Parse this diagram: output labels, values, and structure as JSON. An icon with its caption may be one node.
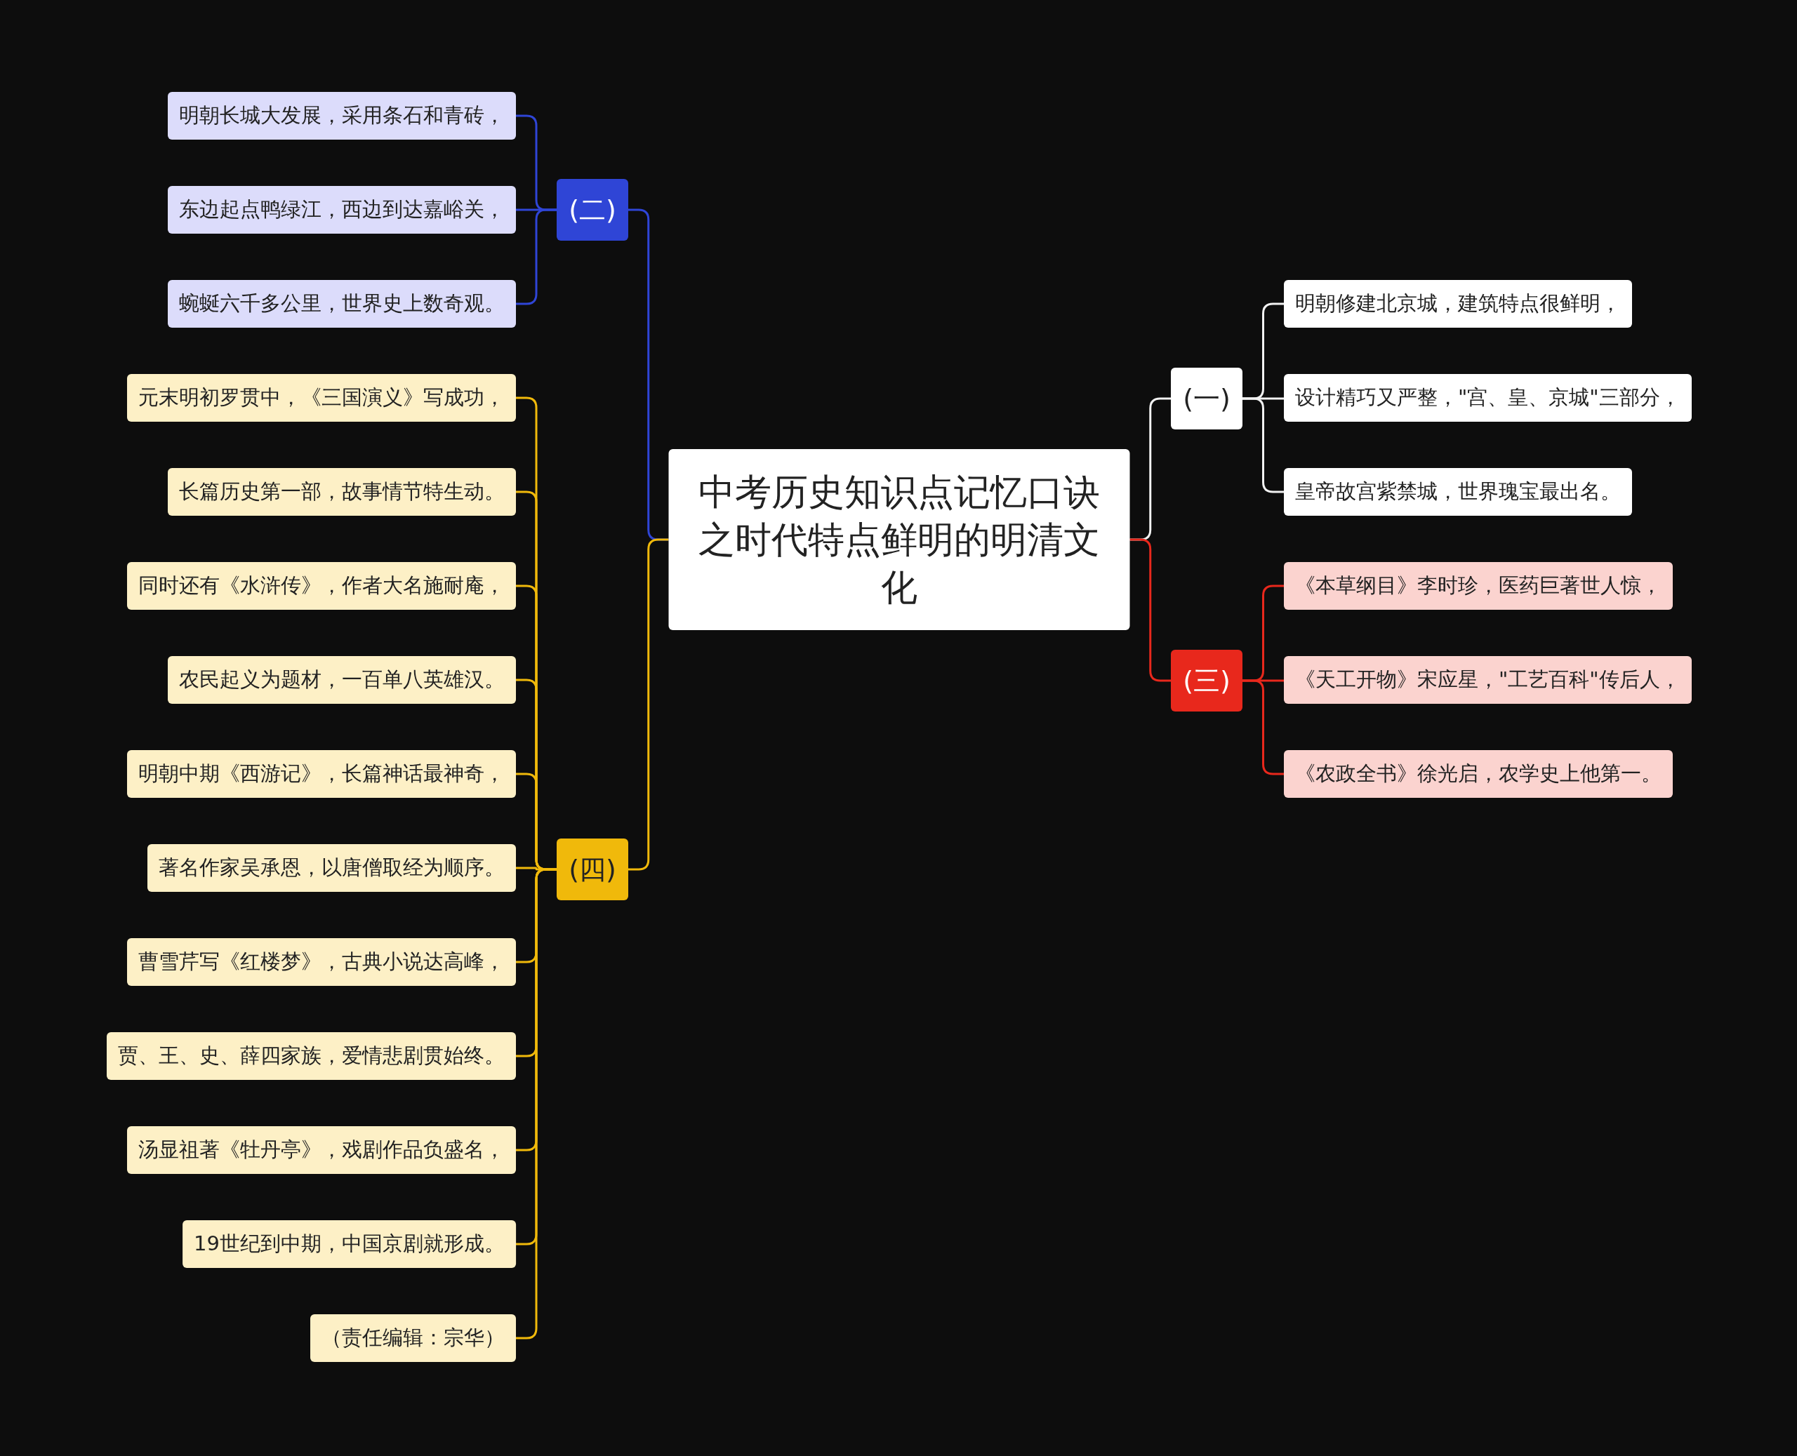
{
  "diagram": {
    "nodes": [
      {
        "text": [
          "中考历史知识点记忆口诀之时代特点鲜明的明清文化"
        ]
      },
      {
        "text": [
          "(二)"
        ]
      },
      {
        "text": [
          "明朝长城大发展，采用条石和青砖，"
        ]
      },
      {
        "text": [
          "东边起点鸭绿江，西边到达嘉峪关，"
        ]
      },
      {
        "text": [
          "蜿蜒六千多公里，世界史上数奇观。"
        ]
      },
      {
        "text": [
          "(四)"
        ]
      },
      {
        "text": [
          "元末明初罗贯中，《三国演义》写成功，"
        ]
      },
      {
        "text": [
          "长篇历史第一部，故事情节特生动。"
        ]
      },
      {
        "text": [
          "同时还有《水浒传》，作者大名施耐庵，"
        ]
      },
      {
        "text": [
          "农民起义为题材，一百单八英雄汉。"
        ]
      },
      {
        "text": [
          "明朝中期《西游记》，长篇神话最神奇，"
        ]
      },
      {
        "text": [
          "著名作家吴承恩，以唐僧取经为顺序。"
        ]
      },
      {
        "text": [
          "曹雪芹写《红楼梦》，古典小说达高峰，"
        ]
      },
      {
        "text": [
          "贾、王、史、薛四家族，爱情悲剧贯始终。"
        ]
      },
      {
        "text": [
          "汤显祖著《牡丹亭》，戏剧作品负盛名，"
        ]
      },
      {
        "text": [
          "19世纪到中期，中国京剧就形成。"
        ]
      },
      {
        "text": [
          "（责任编辑：宗华）"
        ]
      },
      {
        "text": [
          "(一)"
        ]
      },
      {
        "text": [
          "明朝修建北京城，建筑特点很鲜明，"
        ]
      },
      {
        "text": [
          "设计精巧又严整，\"宫、皇、京城\"三部分，"
        ]
      },
      {
        "text": [
          "皇帝故宫紫禁城，世界瑰宝最出名。"
        ]
      },
      {
        "text": [
          "(三)"
        ]
      },
      {
        "text": [
          "《本草纲目》李时珍，医药巨著世人惊，"
        ]
      },
      {
        "text": [
          "《天工开物》宋应星，\"工艺百科\"传后人，"
        ]
      },
      {
        "text": [
          "《农政全书》徐光启，农学史上他第一。"
        ]
      }
    ],
    "edges": [
      {
        "from": 0,
        "to": 1,
        "arrow": "none",
        "color": "#2f45d6"
      },
      {
        "from": 1,
        "to": 2,
        "arrow": "none",
        "color": "#2f45d6"
      },
      {
        "from": 1,
        "to": 3,
        "arrow": "none",
        "color": "#2f45d6"
      },
      {
        "from": 1,
        "to": 4,
        "arrow": "none",
        "color": "#2f45d6"
      },
      {
        "from": 0,
        "to": 5,
        "arrow": "none"
      },
      {
        "from": 5,
        "to": 6,
        "arrow": "none"
      },
      {
        "from": 5,
        "to": 7,
        "arrow": "none"
      },
      {
        "from": 5,
        "to": 8,
        "arrow": "none"
      },
      {
        "from": 5,
        "to": 9,
        "arrow": "none"
      },
      {
        "from": 5,
        "to": 10,
        "arrow": "none"
      },
      {
        "from": 5,
        "to": 11,
        "arrow": "none"
      },
      {
        "from": 5,
        "to": 12,
        "arrow": "none"
      },
      {
        "from": 5,
        "to": 13,
        "arrow": "none"
      },
      {
        "from": 5,
        "to": 14,
        "arrow": "none"
      },
      {
        "from": 5,
        "to": 15,
        "arrow": "none"
      },
      {
        "from": 5,
        "to": 16,
        "arrow": "none"
      },
      {
        "from": 0,
        "to": 17,
        "arrow": "none",
        "color": "#f2f2f2"
      },
      {
        "from": 17,
        "to": 18,
        "arrow": "none",
        "color": "#f2f2f2"
      },
      {
        "from": 17,
        "to": 19,
        "arrow": "none",
        "color": "#f2f2f2"
      },
      {
        "from": 17,
        "to": 20,
        "arrow": "none",
        "color": "#f2f2f2"
      },
      {
        "from": 0,
        "to": 21,
        "arrow": "none",
        "color": "#e8281c"
      },
      {
        "from": 21,
        "to": 22,
        "arrow": "none",
        "color": "#e8281c"
      },
      {
        "from": 21,
        "to": 23,
        "arrow": "none",
        "color": "#e8281c"
      },
      {
        "from": 21,
        "to": 24,
        "arrow": "none",
        "color": "#e8281c"
      }
    ]
  }
}
